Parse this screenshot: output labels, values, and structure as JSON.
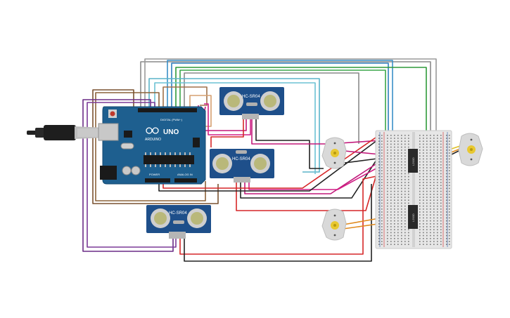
{
  "arduino": {
    "brand": "ARDUINO",
    "model": "UNO",
    "digital_label": "DIGITAL (PWM~)",
    "power_label": "POWER",
    "analog_label": "ANALOG IN"
  },
  "sensors": [
    {
      "label": "HC-SR04"
    },
    {
      "label": "HC-SR04"
    },
    {
      "label": "HC-SR04"
    }
  ],
  "drivers": [
    {
      "label": "L293D"
    },
    {
      "label": "L293D"
    }
  ],
  "colors": {
    "board": "#1e5f8f",
    "sensor_board": "#1e4f8a",
    "breadboard": "#e6e6e6",
    "motor": "#d9d9d9",
    "motor_shaft": "#e8c830",
    "wire_red": "#d62728",
    "wire_black": "#222222",
    "wire_magenta": "#c2187a",
    "wire_brown": "#8c6239",
    "wire_purple": "#6a2c86",
    "wire_blue": "#3a8fc8",
    "wire_cyan": "#5ab4c9",
    "wire_green": "#2f9a3a",
    "wire_gray": "#8a8a8a",
    "wire_orange": "#e08a1e",
    "wire_yellow": "#e0c020"
  }
}
